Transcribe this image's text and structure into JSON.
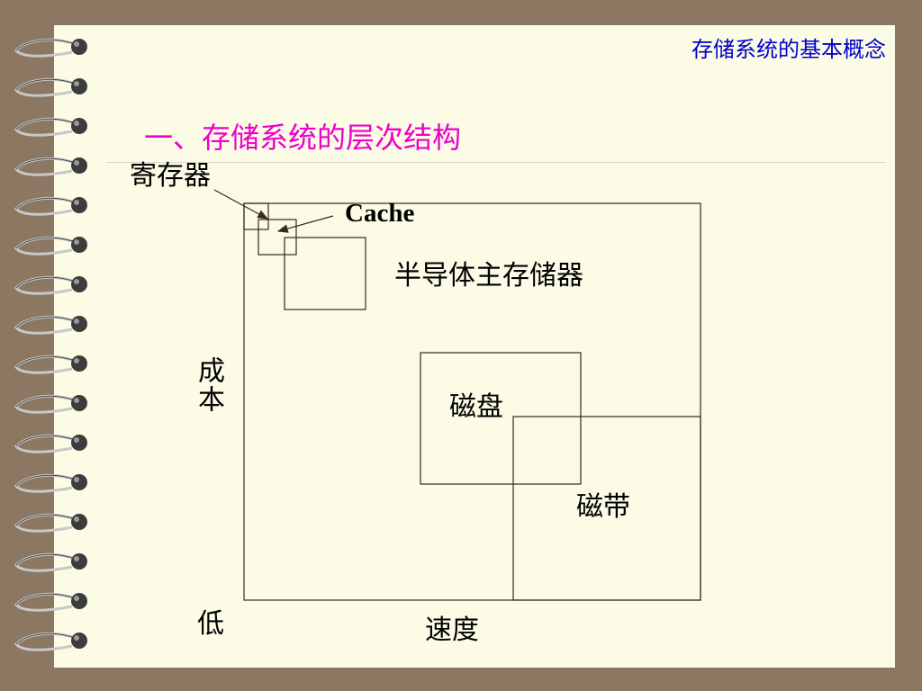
{
  "corner_title": "存储系统的基本概念",
  "heading": "一、存储系统的层次结构",
  "diagram": {
    "labels": {
      "register": "寄存器",
      "cache": "Cache",
      "main_memory": "半导体主存储器",
      "disk": "磁盘",
      "tape": "磁带",
      "cost_axis": "成本",
      "low": "低",
      "speed_axis": "速度"
    }
  },
  "colors": {
    "background": "#8b7762",
    "page": "#fbfbe6",
    "corner_title": "#0000cc",
    "heading": "#ee00cc",
    "lines": "#3a2a1a"
  },
  "spiral": {
    "ring_count": 16
  }
}
